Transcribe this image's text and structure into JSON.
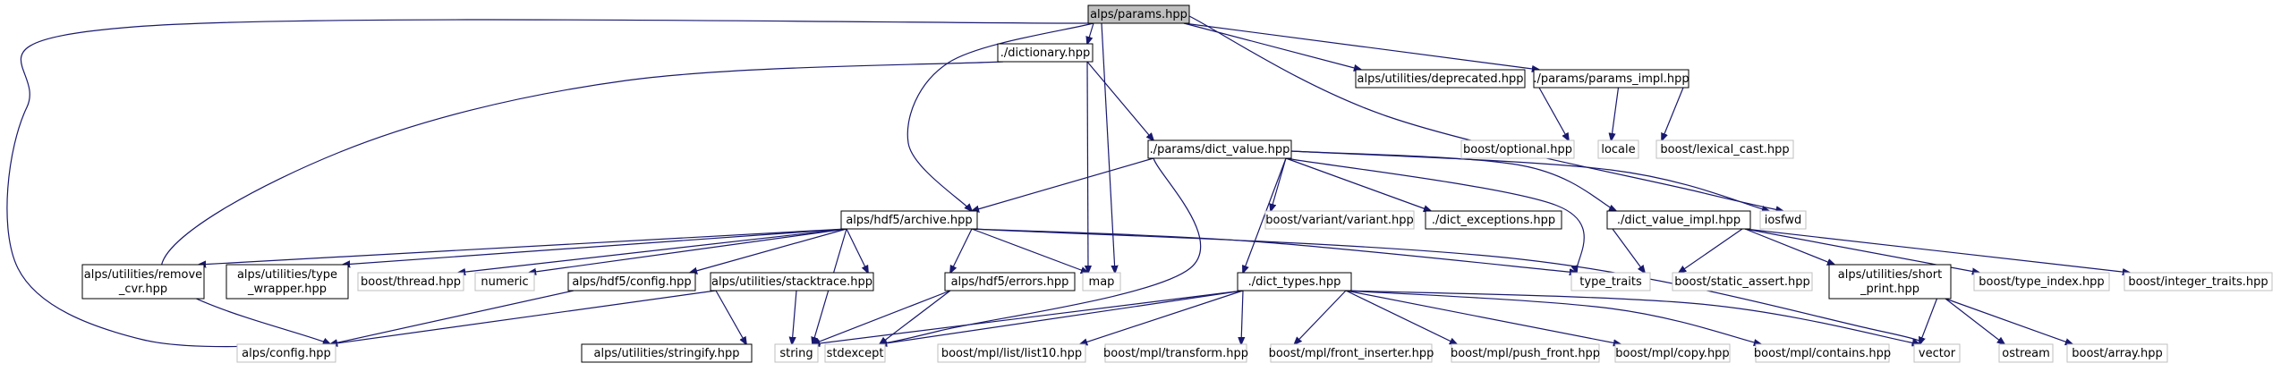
{
  "diagram": {
    "type": "include-dependency-graph",
    "colors": {
      "root_fill": "#bfbfbf",
      "node_fill": "#ffffff",
      "documented_border": "#000000",
      "external_border": "#bfbfbf",
      "edge": "#191970"
    },
    "nodes": [
      {
        "id": "params",
        "label": "alps/params.hpp",
        "kind": "root"
      },
      {
        "id": "dictionary",
        "label": "./dictionary.hpp",
        "kind": "documented"
      },
      {
        "id": "deprecated",
        "label": "alps/utilities/deprecated.hpp",
        "kind": "documented"
      },
      {
        "id": "params_impl",
        "label": "./params/params_impl.hpp",
        "kind": "documented"
      },
      {
        "id": "optional",
        "label": "boost/optional.hpp",
        "kind": "external"
      },
      {
        "id": "locale",
        "label": "locale",
        "kind": "external"
      },
      {
        "id": "lexical_cast",
        "label": "boost/lexical_cast.hpp",
        "kind": "external"
      },
      {
        "id": "dict_value",
        "label": "./params/dict_value.hpp",
        "kind": "documented"
      },
      {
        "id": "archive",
        "label": "alps/hdf5/archive.hpp",
        "kind": "documented"
      },
      {
        "id": "variant",
        "label": "boost/variant/variant.hpp",
        "kind": "external"
      },
      {
        "id": "dict_exceptions",
        "label": "./dict_exceptions.hpp",
        "kind": "documented"
      },
      {
        "id": "dict_value_impl",
        "label": "./dict_value_impl.hpp",
        "kind": "documented"
      },
      {
        "id": "iosfwd",
        "label": "iosfwd",
        "kind": "external"
      },
      {
        "id": "remove_cvr",
        "label": "alps/utilities/remove\n_cvr.hpp",
        "kind": "documented"
      },
      {
        "id": "type_wrapper",
        "label": "alps/utilities/type\n_wrapper.hpp",
        "kind": "documented"
      },
      {
        "id": "thread",
        "label": "boost/thread.hpp",
        "kind": "external"
      },
      {
        "id": "numeric",
        "label": "numeric",
        "kind": "external"
      },
      {
        "id": "hdf5_config",
        "label": "alps/hdf5/config.hpp",
        "kind": "documented"
      },
      {
        "id": "stacktrace",
        "label": "alps/utilities/stacktrace.hpp",
        "kind": "documented"
      },
      {
        "id": "errors",
        "label": "alps/hdf5/errors.hpp",
        "kind": "documented"
      },
      {
        "id": "map",
        "label": "map",
        "kind": "external"
      },
      {
        "id": "dict_types",
        "label": "./dict_types.hpp",
        "kind": "documented"
      },
      {
        "id": "type_traits",
        "label": "type_traits",
        "kind": "external"
      },
      {
        "id": "static_assert",
        "label": "boost/static_assert.hpp",
        "kind": "external"
      },
      {
        "id": "short_print",
        "label": "alps/utilities/short\n_print.hpp",
        "kind": "documented"
      },
      {
        "id": "type_index",
        "label": "boost/type_index.hpp",
        "kind": "external"
      },
      {
        "id": "integer_traits",
        "label": "boost/integer_traits.hpp",
        "kind": "external"
      },
      {
        "id": "alps_config",
        "label": "alps/config.hpp",
        "kind": "external"
      },
      {
        "id": "stringify",
        "label": "alps/utilities/stringify.hpp",
        "kind": "documented"
      },
      {
        "id": "string",
        "label": "string",
        "kind": "external"
      },
      {
        "id": "stdexcept",
        "label": "stdexcept",
        "kind": "external"
      },
      {
        "id": "list10",
        "label": "boost/mpl/list/list10.hpp",
        "kind": "external"
      },
      {
        "id": "transform",
        "label": "boost/mpl/transform.hpp",
        "kind": "external"
      },
      {
        "id": "front_inserter",
        "label": "boost/mpl/front_inserter.hpp",
        "kind": "external"
      },
      {
        "id": "push_front",
        "label": "boost/mpl/push_front.hpp",
        "kind": "external"
      },
      {
        "id": "mpl_copy",
        "label": "boost/mpl/copy.hpp",
        "kind": "external"
      },
      {
        "id": "contains",
        "label": "boost/mpl/contains.hpp",
        "kind": "external"
      },
      {
        "id": "vector",
        "label": "vector",
        "kind": "external"
      },
      {
        "id": "ostream",
        "label": "ostream",
        "kind": "external"
      },
      {
        "id": "array",
        "label": "boost/array.hpp",
        "kind": "external"
      }
    ],
    "edges": [
      [
        "params",
        "dictionary"
      ],
      [
        "params",
        "deprecated"
      ],
      [
        "params",
        "params_impl"
      ],
      [
        "params",
        "archive"
      ],
      [
        "params",
        "map"
      ],
      [
        "params",
        "iosfwd"
      ],
      [
        "params",
        "alps_config"
      ],
      [
        "params_impl",
        "optional"
      ],
      [
        "params_impl",
        "locale"
      ],
      [
        "params_impl",
        "lexical_cast"
      ],
      [
        "dictionary",
        "dict_value"
      ],
      [
        "dictionary",
        "map"
      ],
      [
        "dictionary",
        "alps_config"
      ],
      [
        "dict_value",
        "archive"
      ],
      [
        "dict_value",
        "variant"
      ],
      [
        "dict_value",
        "dict_exceptions"
      ],
      [
        "dict_value",
        "dict_value_impl"
      ],
      [
        "dict_value",
        "iosfwd"
      ],
      [
        "dict_value",
        "type_traits"
      ],
      [
        "dict_value",
        "dict_types"
      ],
      [
        "dict_value",
        "stdexcept"
      ],
      [
        "archive",
        "remove_cvr"
      ],
      [
        "archive",
        "type_wrapper"
      ],
      [
        "archive",
        "thread"
      ],
      [
        "archive",
        "numeric"
      ],
      [
        "archive",
        "hdf5_config"
      ],
      [
        "archive",
        "stacktrace"
      ],
      [
        "archive",
        "errors"
      ],
      [
        "archive",
        "map"
      ],
      [
        "archive",
        "type_traits"
      ],
      [
        "archive",
        "vector"
      ],
      [
        "archive",
        "string"
      ],
      [
        "hdf5_config",
        "alps_config"
      ],
      [
        "stacktrace",
        "alps_config"
      ],
      [
        "stacktrace",
        "stringify"
      ],
      [
        "stacktrace",
        "string"
      ],
      [
        "errors",
        "string"
      ],
      [
        "errors",
        "stdexcept"
      ],
      [
        "dict_value_impl",
        "type_traits"
      ],
      [
        "dict_value_impl",
        "static_assert"
      ],
      [
        "dict_value_impl",
        "short_print"
      ],
      [
        "dict_value_impl",
        "type_index"
      ],
      [
        "dict_value_impl",
        "integer_traits"
      ],
      [
        "short_print",
        "vector"
      ],
      [
        "short_print",
        "ostream"
      ],
      [
        "short_print",
        "array"
      ],
      [
        "dict_types",
        "string"
      ],
      [
        "dict_types",
        "stdexcept"
      ],
      [
        "dict_types",
        "list10"
      ],
      [
        "dict_types",
        "transform"
      ],
      [
        "dict_types",
        "front_inserter"
      ],
      [
        "dict_types",
        "push_front"
      ],
      [
        "dict_types",
        "mpl_copy"
      ],
      [
        "dict_types",
        "contains"
      ],
      [
        "dict_types",
        "vector"
      ]
    ]
  }
}
